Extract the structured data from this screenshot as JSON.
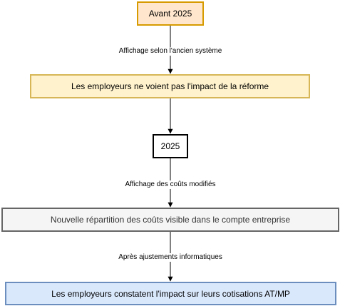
{
  "nodes": {
    "avant_2025": {
      "label": "Avant 2025",
      "fill": "#ffe6cc",
      "stroke": "#d79b00"
    },
    "employeurs_ne_voient": {
      "label": "Les employeurs ne voient pas l'impact de la réforme",
      "fill": "#fff2cc",
      "stroke": "#d6b656"
    },
    "annee_2025": {
      "label": "2025",
      "fill": "#ffffff",
      "stroke": "#000000"
    },
    "nouvelle_repartition": {
      "label": "Nouvelle répartition des coûts visible dans le compte entreprise",
      "fill": "#f5f5f5",
      "stroke": "#666666"
    },
    "employeurs_constatent": {
      "label": "Les employeurs constatent l'impact sur leurs cotisations AT/MP",
      "fill": "#dae8fc",
      "stroke": "#6c8ebf"
    }
  },
  "edges": [
    {
      "from": "avant_2025",
      "to": "employeurs_ne_voient",
      "label": "Affichage selon l'ancien système"
    },
    {
      "from": "employeurs_ne_voient",
      "to": "annee_2025",
      "label": ""
    },
    {
      "from": "annee_2025",
      "to": "nouvelle_repartition",
      "label": "Affichage des coûts modifiés"
    },
    {
      "from": "nouvelle_repartition",
      "to": "employeurs_constatent",
      "label": "Après ajustements informatiques"
    }
  ]
}
